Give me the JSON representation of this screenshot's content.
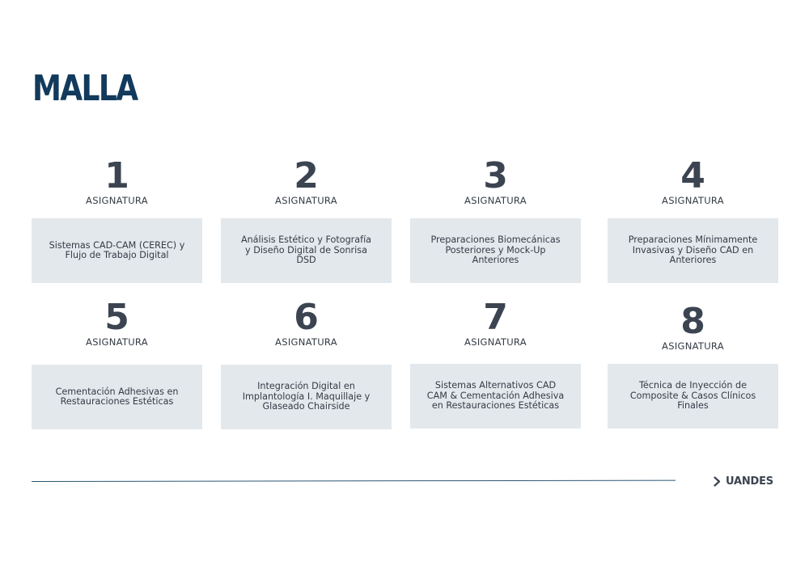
{
  "page": {
    "title": "MALLA",
    "brand": "UANDES",
    "accent_color": "#123a5c",
    "box_color": "#e3e8ec"
  },
  "courses": [
    {
      "number": "1",
      "kind": "ASIGNATURA",
      "name": "Sistemas CAD-CAM (CEREC) y Flujo de Trabajo Digital"
    },
    {
      "number": "2",
      "kind": "ASIGNATURA",
      "name": "Análisis Estético y Fotografía y Diseño Digital de Sonrisa DSD"
    },
    {
      "number": "3",
      "kind": "ASIGNATURA",
      "name": "Preparaciones Biomecánicas Posteriores y Mock-Up Anteriores"
    },
    {
      "number": "4",
      "kind": "ASIGNATURA",
      "name": "Preparaciones Mínimamente Invasivas y Diseño CAD en Anteriores"
    },
    {
      "number": "5",
      "kind": "ASIGNATURA",
      "name": "Cementación Adhesivas en Restauraciones Estéticas"
    },
    {
      "number": "6",
      "kind": "ASIGNATURA",
      "name": "Integración Digital en Implantología I. Maquillaje y Glaseado Chairside"
    },
    {
      "number": "7",
      "kind": "ASIGNATURA",
      "name": "Sistemas Alternativos CAD CAM & Cementación Adhesiva en Restauraciones Estéticas"
    },
    {
      "number": "8",
      "kind": "ASIGNATURA",
      "name": "Técnica de Inyección de Composite & Casos Clínicos Finales"
    }
  ]
}
